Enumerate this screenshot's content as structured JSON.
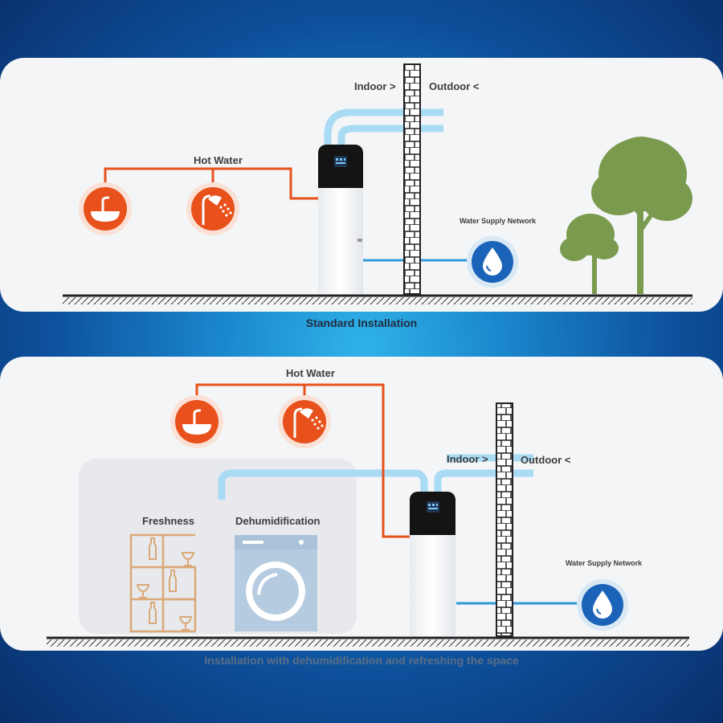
{
  "standard": {
    "hot_water_label": "Hot Water",
    "indoor_label": "Indoor >",
    "outdoor_label": "Outdoor <",
    "water_supply_label": "Water Supply Network",
    "caption": "Standard Installation"
  },
  "dehumidification": {
    "hot_water_label": "Hot Water",
    "indoor_label": "Indoor >",
    "outdoor_label": "Outdoor <",
    "water_supply_label": "Water Supply Network",
    "freshness_label": "Freshness",
    "dehumidification_label": "Dehumidification",
    "caption": "Installation with dehumidification and refreshing the space"
  },
  "colors": {
    "hot_water_pipe": "#e8511b",
    "air_duct": "#a9dbf5",
    "water_pipe": "#2d9bd8",
    "water_drop_circle": "#1a63b8",
    "tree": "#7a9a4e",
    "shelf": "#dba877",
    "washer": "#b5cbe0"
  },
  "icons": {
    "sink": "sink-icon",
    "shower": "shower-icon",
    "water_drop": "water-drop-icon",
    "tree": "tree-icon",
    "heat_pump": "heat-pump-tank-icon",
    "wall": "brick-wall-icon",
    "wine_shelf": "wine-shelf-icon",
    "washing_machine": "washing-machine-icon"
  }
}
